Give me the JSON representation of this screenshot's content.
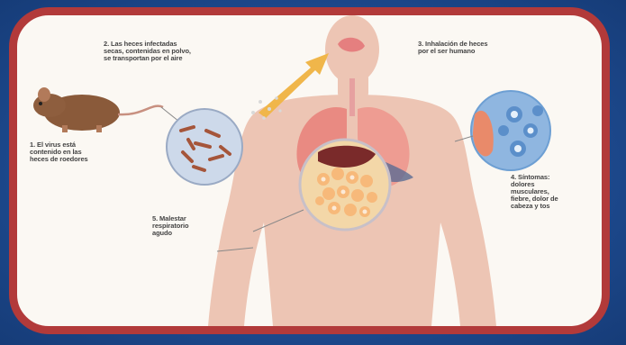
{
  "labels": {
    "step1": "1. El virus está\ncontenido en las\nheces de roedores",
    "step2": "2. Las heces infectadas\nsecas, contenidas en polvo,\nse transportan por el aire",
    "step3": "3. Inhalación de heces\npor el ser humano",
    "step4": "4. Síntomas:\ndolores\nmusculares,\nfiebre, dolor de\ncabeza y tos",
    "step5": "5. Malestar\nrespiratorio\nagudo"
  },
  "colors": {
    "background": "#1f4f95",
    "frame_border": "#b23a3a",
    "panel": "#fbf8f3",
    "body_silhouette": "#e9b5a0",
    "lung": "#e98a82",
    "rodent": "#8a5a3a",
    "virus_blue": "#6d9fd3"
  },
  "icons": [
    "rodent-icon",
    "feces-magnified-icon",
    "airflow-arrow-icon",
    "virus-magnified-icon",
    "alveoli-magnified-icon"
  ]
}
